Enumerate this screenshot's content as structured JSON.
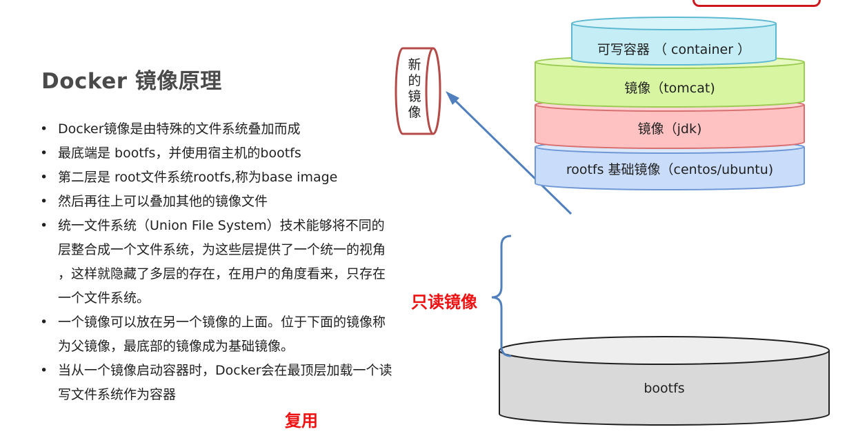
{
  "slide": {
    "title": "Docker 镜像原理",
    "bullets": [
      {
        "lines": [
          "Docker镜像是由特殊的文件系统叠加而成"
        ]
      },
      {
        "lines": [
          "最底端是 bootfs，并使用宿主机的bootfs"
        ]
      },
      {
        "lines": [
          "第二层是 root文件系统rootfs,称为base image"
        ]
      },
      {
        "lines": [
          "然后再往上可以叠加其他的镜像文件"
        ]
      },
      {
        "lines": [
          "统一文件系统（Union File System）技术能够将不同的",
          "层整合成一个文件系统，为这些层提供了一个统一的视角",
          "，这样就隐藏了多层的存在，在用户的角度看来，只存在",
          "一个文件系统。"
        ]
      },
      {
        "lines": [
          "一个镜像可以放在另一个镜像的上面。位于下面的镜像称",
          "为父镜像，最底部的镜像成为基础镜像。"
        ]
      },
      {
        "lines": [
          "当从一个镜像启动容器时，Docker会在最顶层加载一个读",
          "写文件系统作为容器"
        ]
      }
    ],
    "reuse_label": "复用",
    "readonly_label": "只读镜像"
  },
  "diagram": {
    "new_image": {
      "label": "新的镜像"
    },
    "layers": [
      {
        "id": "container",
        "label": "可写容器 （ container ）",
        "fill": "#c5edf5",
        "stroke": "#5db9d1"
      },
      {
        "id": "tomcat",
        "label": "镜像（tomcat)",
        "fill": "#d8f5a2",
        "stroke": "#9ccc53"
      },
      {
        "id": "jdk",
        "label": "镜像（jdk)",
        "fill": "#ffc2c2",
        "stroke": "#d96f6f"
      },
      {
        "id": "rootfs",
        "label": "rootfs 基础镜像（centos/ubuntu)",
        "fill": "#c9ddfa",
        "stroke": "#6f97d6"
      },
      {
        "id": "bootfs",
        "label": "bootfs",
        "fill": "#d9d9d9",
        "stroke": "#1f1f1f"
      }
    ],
    "colors": {
      "arrow": "#4f7fbd",
      "brace": "#4f7fbd",
      "emphasis": "#ee1111",
      "new_image_stroke": "#b54b48"
    }
  }
}
